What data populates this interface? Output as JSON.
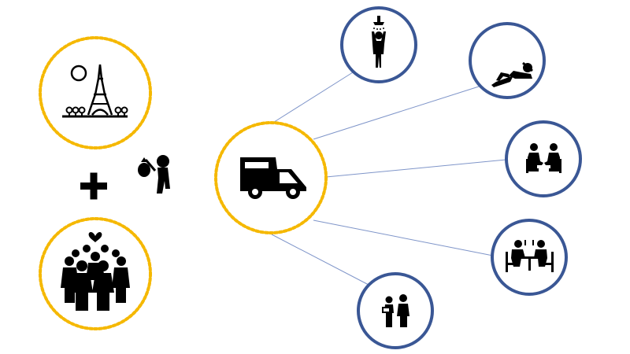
{
  "colors": {
    "dotted_ring": "#f5b800",
    "solid_ring": "#3a5795",
    "connector": "#7f95c9",
    "icon": "#000000",
    "background": "#ffffff"
  },
  "nodes": {
    "paris": {
      "icon": "eiffel-tower-icon",
      "ring": "dotted"
    },
    "group": {
      "icon": "group-heart-icon",
      "ring": "dotted"
    },
    "plus": {
      "icon": "plus-icon"
    },
    "traveler": {
      "icon": "traveler-bindle-icon"
    },
    "hub": {
      "icon": "camper-van-icon",
      "ring": "dotted"
    },
    "spokes": [
      {
        "icon": "shower-icon",
        "ring": "solid"
      },
      {
        "icon": "relaxing-person-icon",
        "ring": "solid"
      },
      {
        "icon": "conversation-icon",
        "ring": "solid"
      },
      {
        "icon": "dining-table-icon",
        "ring": "solid"
      },
      {
        "icon": "delivery-handover-icon",
        "ring": "solid"
      }
    ]
  }
}
